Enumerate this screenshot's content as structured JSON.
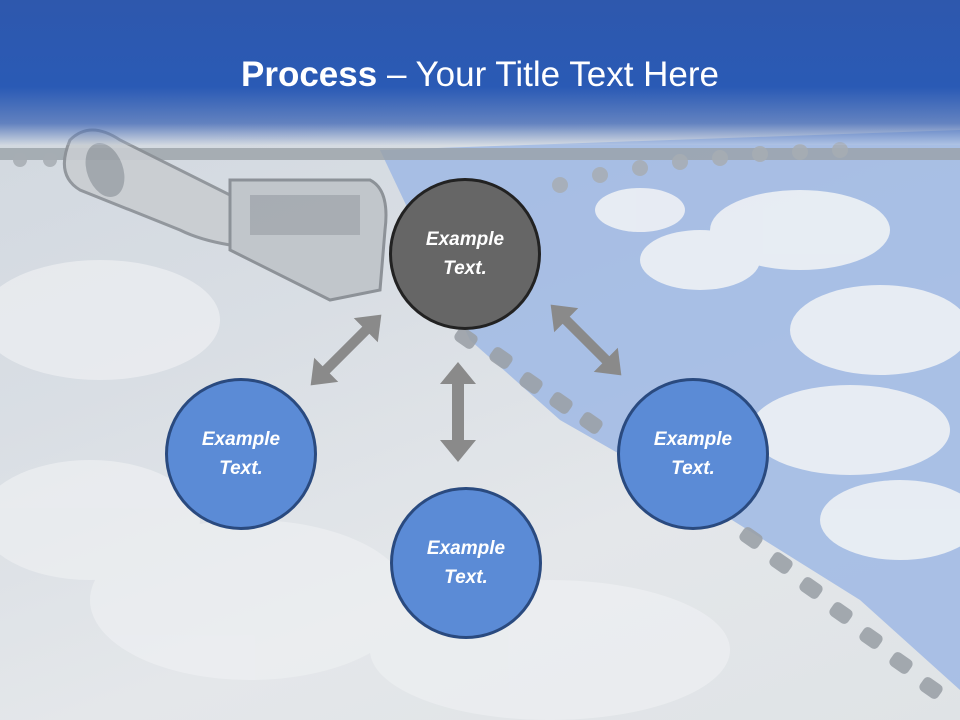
{
  "title": {
    "bold": "Process",
    "separator": " – ",
    "rest": "Your Title Text Here"
  },
  "nodes": {
    "center": {
      "line1": "Example",
      "line2": "Text."
    },
    "left": {
      "line1": "Example",
      "line2": "Text."
    },
    "bottom": {
      "line1": "Example",
      "line2": "Text."
    },
    "right": {
      "line1": "Example",
      "line2": "Text."
    }
  },
  "colors": {
    "header": "#2a5ab5",
    "node_blue": "#5b8bd6",
    "node_dark": "#666666",
    "arrow": "#8a8a8a"
  }
}
